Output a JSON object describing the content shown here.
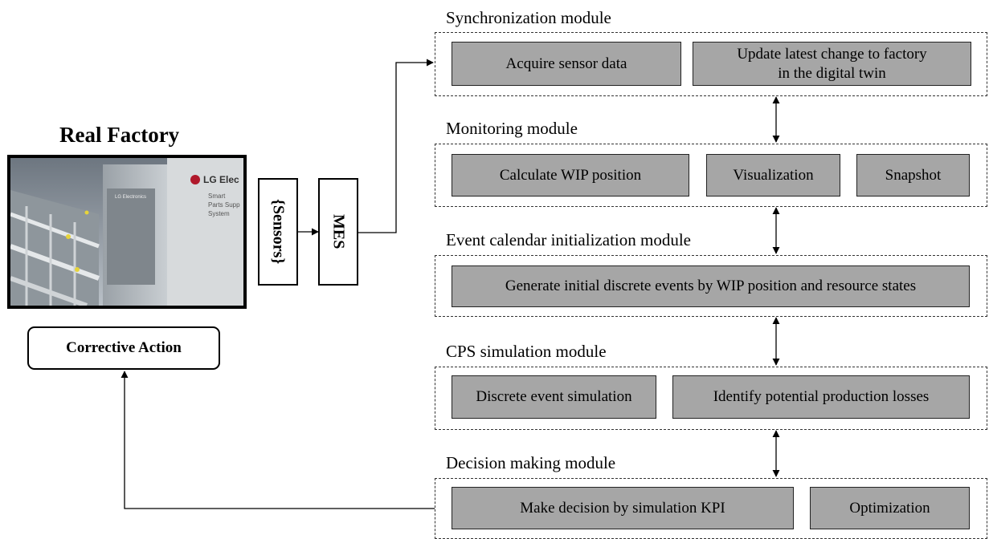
{
  "real_factory": {
    "title": "Real Factory",
    "photo_caption": "LG Elec",
    "photo_sign_lines": [
      "Smart",
      "Parts Supp",
      "System"
    ],
    "photo_inner_sign": "LG Electronics"
  },
  "left_chain": {
    "sensors": "{Sensors}",
    "mes": "MES",
    "corrective_action": "Corrective Action"
  },
  "modules": {
    "synchronization": {
      "title": "Synchronization module",
      "boxes": [
        "Acquire sensor data",
        "Update latest change to factory in the digital twin"
      ]
    },
    "monitoring": {
      "title": "Monitoring module",
      "boxes": [
        "Calculate WIP position",
        "Visualization",
        "Snapshot"
      ]
    },
    "event_calendar": {
      "title": "Event calendar initialization module",
      "boxes": [
        "Generate initial discrete events by WIP position and resource states"
      ]
    },
    "cps_simulation": {
      "title": "CPS simulation module",
      "boxes": [
        "Discrete event simulation",
        "Identify potential production losses"
      ]
    },
    "decision_making": {
      "title": "Decision making module",
      "boxes": [
        "Make decision by simulation KPI",
        "Optimization"
      ]
    }
  },
  "colors": {
    "box_fill": "#a6a6a6",
    "line": "#000000"
  }
}
